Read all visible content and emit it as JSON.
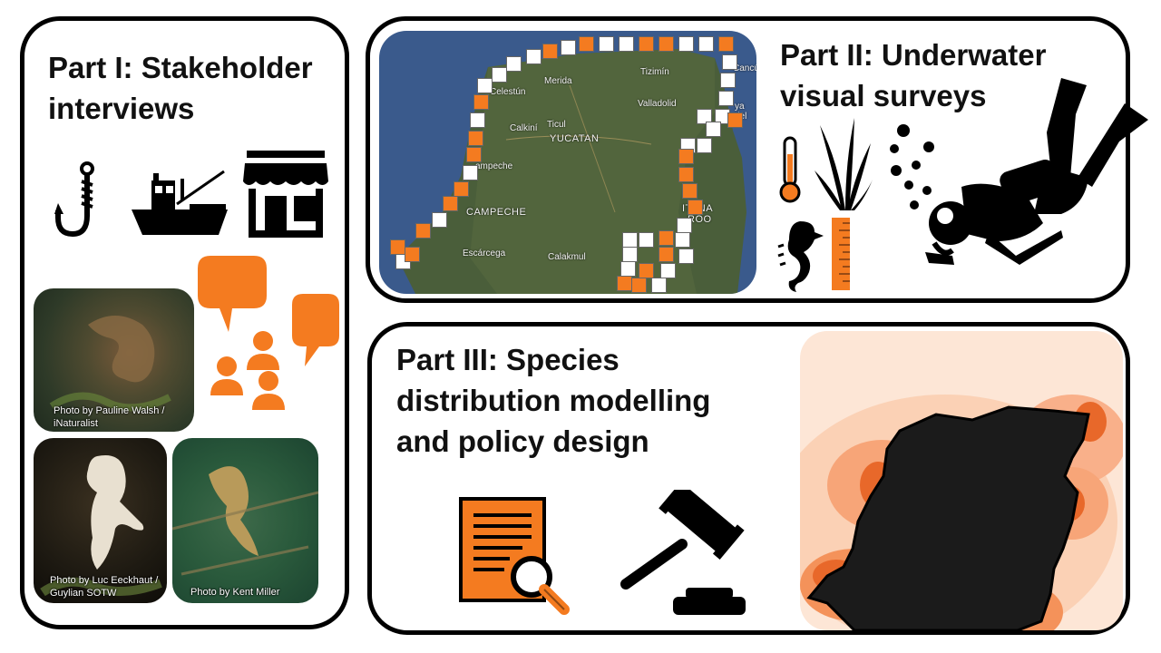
{
  "parts": {
    "part1": {
      "title_line1": "Part I: Stakeholder",
      "title_line2": "interviews"
    },
    "part2": {
      "title_line1": "Part II: Underwater",
      "title_line2": "visual surveys"
    },
    "part3": {
      "title_line1": "Part III: Species",
      "title_line2": "distribution modelling",
      "title_line3": "and policy design"
    }
  },
  "photos": [
    {
      "credit_line1": "Photo by Pauline Walsh /",
      "credit_line2": "iNaturalist"
    },
    {
      "credit_line1": "Photo by Luc Eeckhaut /",
      "credit_line2": "Guylian SOTW"
    },
    {
      "credit_line1": "Photo by Kent Miller",
      "credit_line2": ""
    }
  ],
  "map_labels": {
    "merida": "Merida",
    "tizimin": "Tizimín",
    "cancun": "Cancún",
    "celestun": "Celestún",
    "valladolid": "Valladolid",
    "playa": "ya del",
    "ticul": "Ticul",
    "calkini": "Calkiní",
    "yucatan": "YUCATAN",
    "campeche_city": "ampeche",
    "campeche": "CAMPECHE",
    "quintana": "ITANA",
    "roo": "ROO",
    "escarcega": "Escárcega",
    "calakmul": "Calakmul"
  },
  "colors": {
    "accent": "#f47b20",
    "ink": "#000000",
    "panel_border": "#000000"
  },
  "icons": [
    "fish-hook-icon",
    "fishing-boat-icon",
    "market-stall-icon",
    "speech-bubble-icon",
    "people-group-icon",
    "thermometer-icon",
    "seagrass-icon",
    "seahorse-icon",
    "ruler-icon",
    "bubbles-icon",
    "scuba-diver-icon",
    "document-search-icon",
    "gavel-icon",
    "distribution-map-icon"
  ]
}
